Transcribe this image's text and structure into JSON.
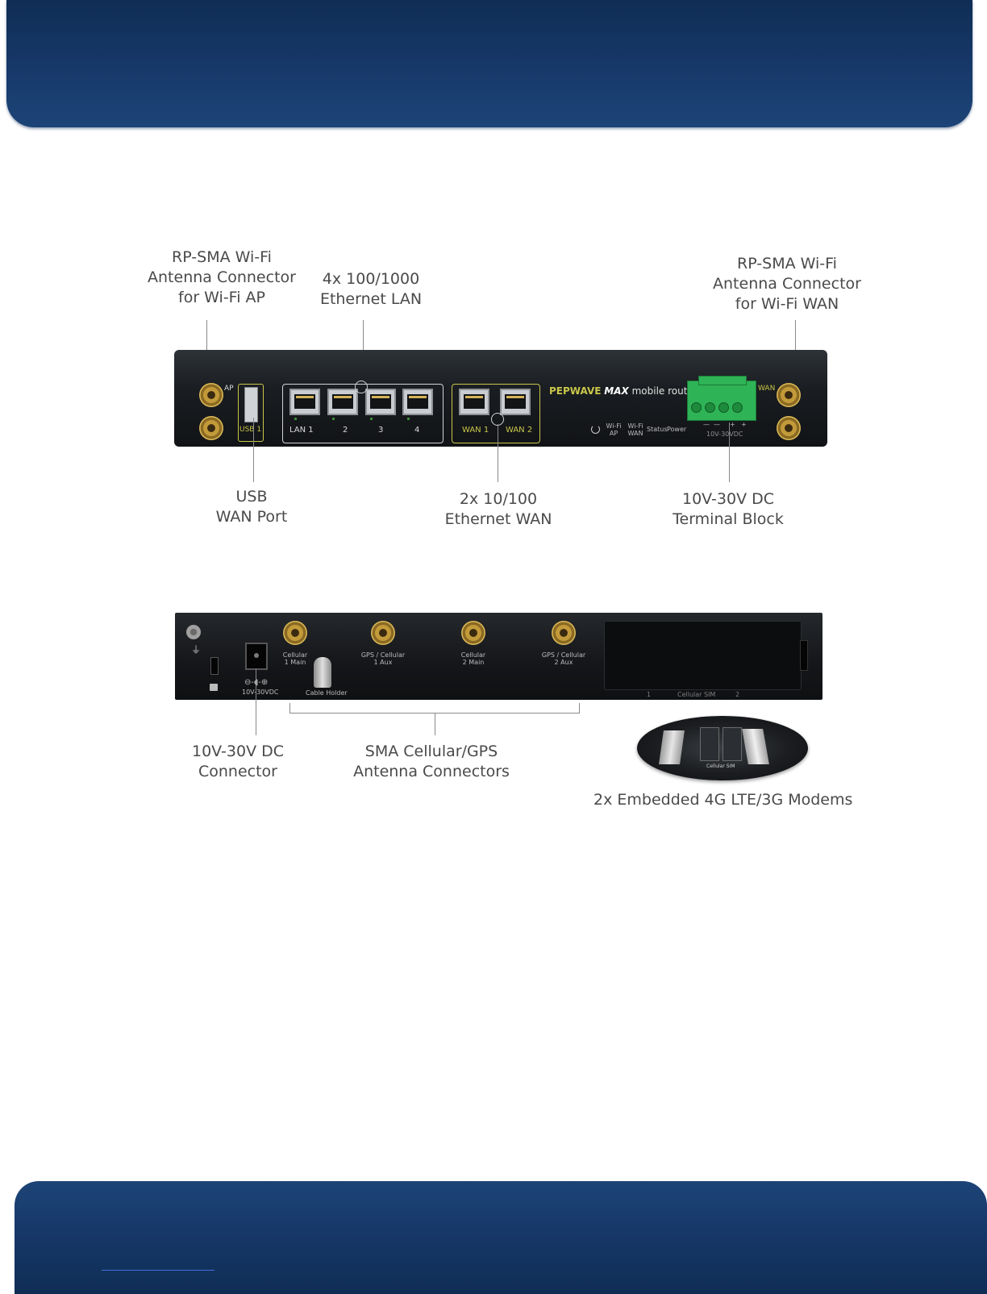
{
  "callouts": {
    "wifi_ap": [
      "RP-SMA Wi-Fi",
      "Antenna Connector",
      "for Wi-Fi AP"
    ],
    "eth_lan": [
      "4x 100/1000",
      "Ethernet LAN"
    ],
    "wifi_wan": [
      "RP-SMA Wi-Fi",
      "Antenna Connector",
      "for Wi-Fi WAN"
    ],
    "usb": [
      "USB",
      "WAN Port"
    ],
    "eth_wan": [
      "2x 10/100",
      "Ethernet WAN"
    ],
    "terminal_block": [
      "10V-30V DC",
      "Terminal Block"
    ],
    "dc_connector": [
      "10V-30V DC",
      "Connector"
    ],
    "sma": [
      "SMA Cellular/GPS",
      "Antenna Connectors"
    ],
    "modems": "2x Embedded 4G LTE/3G Modems"
  },
  "front_panel": {
    "ap_label": "AP",
    "wan_label": "WAN",
    "usb_label": "USB 1",
    "lan_labels": [
      "LAN 1",
      "2",
      "3",
      "4"
    ],
    "wan_labels": [
      "WAN 1",
      "WAN 2"
    ],
    "brand": "PEPWAVE",
    "model": "MAX",
    "product": "mobile router",
    "indicators": [
      "Wi-Fi AP",
      "Wi-Fi WAN",
      "Status",
      "Power"
    ],
    "terminal_label": "10V-30VDC",
    "terminal_polarity": [
      "—",
      "—",
      "+",
      "+"
    ]
  },
  "back_panel": {
    "sma_labels": [
      "Cellular 1 Main",
      "GPS / Cellular 1 Aux",
      "Cellular 2 Main",
      "GPS / Cellular 2 Aux"
    ],
    "dc_label": "10V-30VDC",
    "cable_holder": "Cable Holder",
    "sim_label": "Cellular SIM",
    "sim_slots": [
      "1",
      "2"
    ],
    "inset_label": "Cellular SIM"
  },
  "colors": {
    "banner": "#17396a",
    "callout_text": "#4a4a4a",
    "terminal_green": "#2fb357",
    "panel_label_yellow": "#c9c64a"
  }
}
